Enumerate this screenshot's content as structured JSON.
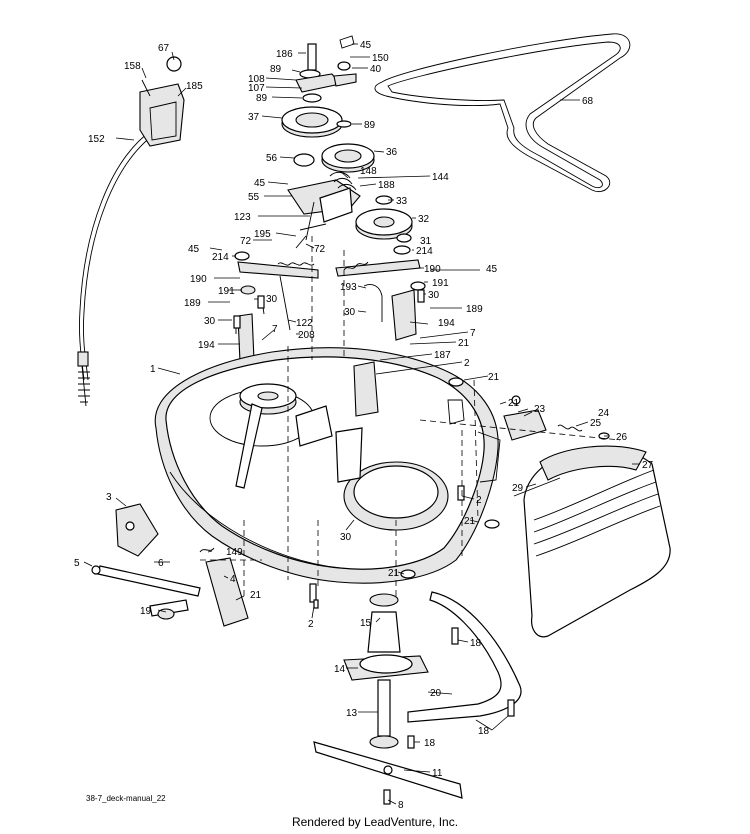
{
  "diagram": {
    "callouts": [
      {
        "id": "c-67",
        "label": "67"
      },
      {
        "id": "c-158",
        "label": "158"
      },
      {
        "id": "c-185",
        "label": "185"
      },
      {
        "id": "c-152",
        "label": "152"
      },
      {
        "id": "c-186",
        "label": "186"
      },
      {
        "id": "c-45a",
        "label": "45"
      },
      {
        "id": "c-150",
        "label": "150"
      },
      {
        "id": "c-89a",
        "label": "89"
      },
      {
        "id": "c-40",
        "label": "40"
      },
      {
        "id": "c-108",
        "label": "108"
      },
      {
        "id": "c-107",
        "label": "107"
      },
      {
        "id": "c-89b",
        "label": "89"
      },
      {
        "id": "c-37",
        "label": "37"
      },
      {
        "id": "c-89c",
        "label": "89"
      },
      {
        "id": "c-68",
        "label": "68"
      },
      {
        "id": "c-56",
        "label": "56"
      },
      {
        "id": "c-36",
        "label": "36"
      },
      {
        "id": "c-148",
        "label": "148"
      },
      {
        "id": "c-144",
        "label": "144"
      },
      {
        "id": "c-45b",
        "label": "45"
      },
      {
        "id": "c-188",
        "label": "188"
      },
      {
        "id": "c-55",
        "label": "55"
      },
      {
        "id": "c-33",
        "label": "33"
      },
      {
        "id": "c-123",
        "label": "123"
      },
      {
        "id": "c-32",
        "label": "32"
      },
      {
        "id": "c-195",
        "label": "195"
      },
      {
        "id": "c-72a",
        "label": "72"
      },
      {
        "id": "c-31",
        "label": "31"
      },
      {
        "id": "c-45c",
        "label": "45"
      },
      {
        "id": "c-72b",
        "label": "72"
      },
      {
        "id": "c-214a",
        "label": "214"
      },
      {
        "id": "c-214b",
        "label": "214"
      },
      {
        "id": "c-190a",
        "label": "190"
      },
      {
        "id": "c-190b",
        "label": "190"
      },
      {
        "id": "c-45d",
        "label": "45"
      },
      {
        "id": "c-191a",
        "label": "191"
      },
      {
        "id": "c-191b",
        "label": "191"
      },
      {
        "id": "c-193",
        "label": "193"
      },
      {
        "id": "c-30a",
        "label": "30"
      },
      {
        "id": "c-30b",
        "label": "30"
      },
      {
        "id": "c-189a",
        "label": "189"
      },
      {
        "id": "c-189b",
        "label": "189"
      },
      {
        "id": "c-30c",
        "label": "30"
      },
      {
        "id": "c-30d",
        "label": "30"
      },
      {
        "id": "c-122",
        "label": "122"
      },
      {
        "id": "c-194a",
        "label": "194"
      },
      {
        "id": "c-7a",
        "label": "7"
      },
      {
        "id": "c-208",
        "label": "208"
      },
      {
        "id": "c-7b",
        "label": "7"
      },
      {
        "id": "c-21a",
        "label": "21"
      },
      {
        "id": "c-194b",
        "label": "194"
      },
      {
        "id": "c-187",
        "label": "187"
      },
      {
        "id": "c-1",
        "label": "1"
      },
      {
        "id": "c-2a",
        "label": "2"
      },
      {
        "id": "c-21b",
        "label": "21"
      },
      {
        "id": "c-21c",
        "label": "21"
      },
      {
        "id": "c-23",
        "label": "23"
      },
      {
        "id": "c-24",
        "label": "24"
      },
      {
        "id": "c-25",
        "label": "25"
      },
      {
        "id": "c-26",
        "label": "26"
      },
      {
        "id": "c-27",
        "label": "27"
      },
      {
        "id": "c-29",
        "label": "29"
      },
      {
        "id": "c-2b",
        "label": "2"
      },
      {
        "id": "c-3",
        "label": "3"
      },
      {
        "id": "c-21d",
        "label": "21"
      },
      {
        "id": "c-30e",
        "label": "30"
      },
      {
        "id": "c-149",
        "label": "149"
      },
      {
        "id": "c-5",
        "label": "5"
      },
      {
        "id": "c-6",
        "label": "6"
      },
      {
        "id": "c-4",
        "label": "4"
      },
      {
        "id": "c-21e",
        "label": "21"
      },
      {
        "id": "c-21f",
        "label": "21"
      },
      {
        "id": "c-19",
        "label": "19"
      },
      {
        "id": "c-2c",
        "label": "2"
      },
      {
        "id": "c-15",
        "label": "15"
      },
      {
        "id": "c-18a",
        "label": "18"
      },
      {
        "id": "c-14",
        "label": "14"
      },
      {
        "id": "c-20",
        "label": "20"
      },
      {
        "id": "c-13",
        "label": "13"
      },
      {
        "id": "c-18b",
        "label": "18"
      },
      {
        "id": "c-18c",
        "label": "18"
      },
      {
        "id": "c-11",
        "label": "11"
      },
      {
        "id": "c-8",
        "label": "8"
      }
    ]
  },
  "footer": {
    "code": "38-7_deck-manual_22",
    "credit": "Rendered by LeadVenture, Inc."
  }
}
